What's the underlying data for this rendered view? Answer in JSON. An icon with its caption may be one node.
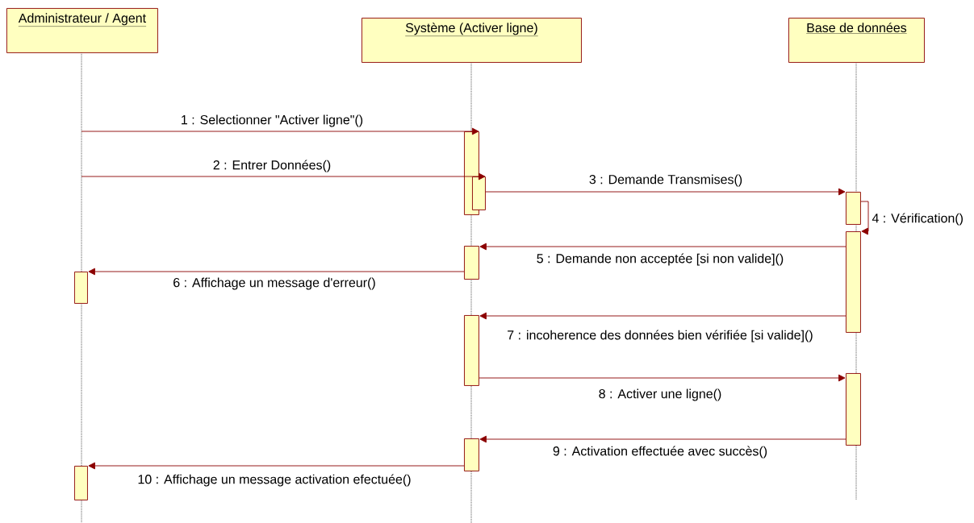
{
  "diagram": {
    "nodes": [
      {
        "text": [
          "Administrateur / Agent"
        ]
      },
      {
        "text": [
          "Système (Activer ligne)"
        ]
      },
      {
        "text": [
          "Base de données"
        ]
      },
      {
        "text": [],
        "shape": "bar"
      },
      {
        "text": [],
        "shape": "bar"
      },
      {
        "text": [],
        "shape": "bar"
      },
      {
        "text": [],
        "shape": "bar"
      },
      {
        "text": [],
        "shape": "bar"
      },
      {
        "text": [],
        "shape": "bar"
      },
      {
        "text": [],
        "shape": "bar"
      },
      {
        "text": [],
        "shape": "bar"
      },
      {
        "text": [],
        "shape": "bar"
      },
      {
        "text": [],
        "shape": "bar"
      }
    ],
    "edges": [
      {
        "from": null,
        "to": 3,
        "arrow": "to",
        "label": "1 : Selectionner \"Activer ligne\"()"
      },
      {
        "from": null,
        "to": 4,
        "arrow": "to",
        "label": "2 : Entrer Données()"
      },
      {
        "from": 4,
        "to": 5,
        "arrow": "to",
        "label": "3 : Demande Transmises()"
      },
      {
        "from": 5,
        "to": 6,
        "arrow": "to",
        "label": "4 : Vérification()"
      },
      {
        "from": 6,
        "to": 7,
        "arrow": "to",
        "label": "5 : Demande non acceptée [si non valide]()"
      },
      {
        "from": 7,
        "to": 8,
        "arrow": "to",
        "label": "6 : Affichage un message d'erreur()"
      },
      {
        "from": 6,
        "to": 9,
        "arrow": "to",
        "label": "7 : incoherence des données bien vérifiée [si valide]()"
      },
      {
        "from": 9,
        "to": 10,
        "arrow": "to",
        "label": "8 : Activer une ligne()"
      },
      {
        "from": 10,
        "to": 11,
        "arrow": "to",
        "label": "9 : Activation effectuée avec succès()"
      },
      {
        "from": 11,
        "to": 12,
        "arrow": "to",
        "label": "10 : Affichage un message activation efectuée()"
      }
    ]
  }
}
